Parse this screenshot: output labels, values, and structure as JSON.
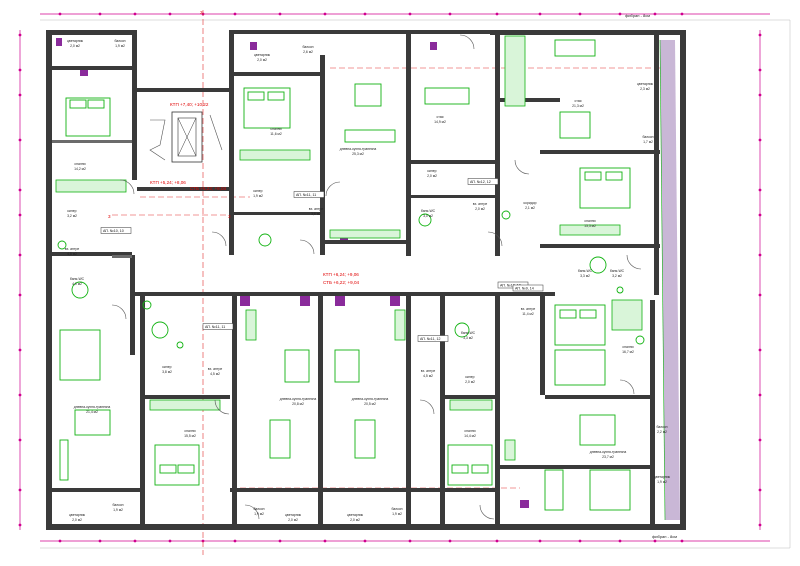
{
  "rooms": [
    {
      "key": "r1",
      "name": "цветарник",
      "area": "2,0 м2"
    },
    {
      "key": "r2",
      "name": "балкон",
      "area": "1,9 м2"
    },
    {
      "key": "r3",
      "name": "спални",
      "area": "14,2 м2"
    },
    {
      "key": "r4",
      "name": "цветарник",
      "area": "2,0 м2"
    },
    {
      "key": "r5",
      "name": "балкон",
      "area": "2,6 м2"
    },
    {
      "key": "r6",
      "name": "спални",
      "area": "11,6 м2"
    },
    {
      "key": "r7",
      "name": "дневна-кухня-трапезна",
      "area": "25,3 м2"
    },
    {
      "key": "r8",
      "name": "стая",
      "area": "14,9 м2"
    },
    {
      "key": "r9",
      "name": "стая",
      "area": "21,3 м2"
    },
    {
      "key": "r10",
      "name": "цветарник",
      "area": "2,3 м2"
    },
    {
      "key": "r11",
      "name": "балкон",
      "area": "1,7 м2"
    },
    {
      "key": "r12",
      "name": "килер",
      "area": "1,9 м2"
    },
    {
      "key": "r13",
      "name": "вх. антре",
      "area": "3,6 м2"
    },
    {
      "key": "r14",
      "name": "килер",
      "area": "2,0 м2"
    },
    {
      "key": "r15",
      "name": "баня-WC",
      "area": "3,0 м2"
    },
    {
      "key": "r16",
      "name": "вх. антре",
      "area": "2,0 м2"
    },
    {
      "key": "r17",
      "name": "коридор",
      "area": "2,1 м2"
    },
    {
      "key": "r18",
      "name": "спални",
      "area": "13,3 м2"
    },
    {
      "key": "r19",
      "name": "килер",
      "area": "3,2 м2"
    },
    {
      "key": "r20",
      "name": "вх. антре",
      "area": "4,8 м2"
    },
    {
      "key": "r21",
      "name": "баня-WC",
      "area": "4,0 м2"
    },
    {
      "key": "r22",
      "name": "баня-WC",
      "area": "3,2 м2"
    },
    {
      "key": "r23",
      "name": "вх. антре",
      "area": "11,4 м2"
    },
    {
      "key": "r24",
      "name": "баня-WC",
      "area": "3,3 м2"
    },
    {
      "key": "r25",
      "name": "баня-WC",
      "area": "3,3 м2"
    },
    {
      "key": "r26",
      "name": "спални",
      "area": "16,7 м2"
    },
    {
      "key": "r27",
      "name": "килер",
      "area": "3,8 м2"
    },
    {
      "key": "r28",
      "name": "вх. антре",
      "area": "4,5 м2"
    },
    {
      "key": "r29",
      "name": "вх. антре",
      "area": "4,5 м2"
    },
    {
      "key": "r30",
      "name": "килер",
      "area": "2,0 м2"
    },
    {
      "key": "r31",
      "name": "дневна-кухня-трапезна",
      "area": "21,4 м2"
    },
    {
      "key": "r32",
      "name": "дневна-кухня-трапезна",
      "area": "20,8 м2"
    },
    {
      "key": "r33",
      "name": "дневна-кухня-трапезна",
      "area": "20,5 м2"
    },
    {
      "key": "r34",
      "name": "спални",
      "area": "15,5 м2"
    },
    {
      "key": "r35",
      "name": "спални",
      "area": "14,4 м2"
    },
    {
      "key": "r36",
      "name": "дневна-кухня-трапезна",
      "area": "23,7 м2"
    },
    {
      "key": "r37",
      "name": "балкон",
      "area": "2,2 м2"
    },
    {
      "key": "r38",
      "name": "цветарник",
      "area": "1,9 м2"
    },
    {
      "key": "r39",
      "name": "балкон",
      "area": "1,9 м2"
    },
    {
      "key": "r40",
      "name": "цветарник",
      "area": "2,0 м2"
    },
    {
      "key": "r41",
      "name": "балкон",
      "area": "1,9 м2"
    },
    {
      "key": "r42",
      "name": "цветарник",
      "area": "2,0 м2"
    },
    {
      "key": "r43",
      "name": "цветарник",
      "area": "2,0 м2"
    },
    {
      "key": "r44",
      "name": "балкон",
      "area": "1,9 м2"
    }
  ],
  "apartments": [
    {
      "key": "a1",
      "label": "АП. №10, 10"
    },
    {
      "key": "a2",
      "label": "АП. №11, 11"
    },
    {
      "key": "a3",
      "label": "АП. №12, 12"
    },
    {
      "key": "a4",
      "label": "АП. №11, 11"
    },
    {
      "key": "a5",
      "label": "АП. №11, 12"
    },
    {
      "key": "a6",
      "label": "АП. №12, 13"
    },
    {
      "key": "a7",
      "label": "АП. №9, 14"
    }
  ],
  "levels": {
    "stair_top": "КТП +7,40; +10,22",
    "stair_mid_a": "КТП +5,24; +8,06",
    "stair_mid_b": "СТБ +5,22; +8,04",
    "hall_a": "КТП +6,24; +9,06",
    "hall_b": "СТБ +6,22; +9,04"
  },
  "axis_marks": {
    "left": "3",
    "right": "3",
    "top": "2"
  },
  "notes": {
    "top_right": "фибран - 8см",
    "bottom_right": "фибран - 8см"
  }
}
